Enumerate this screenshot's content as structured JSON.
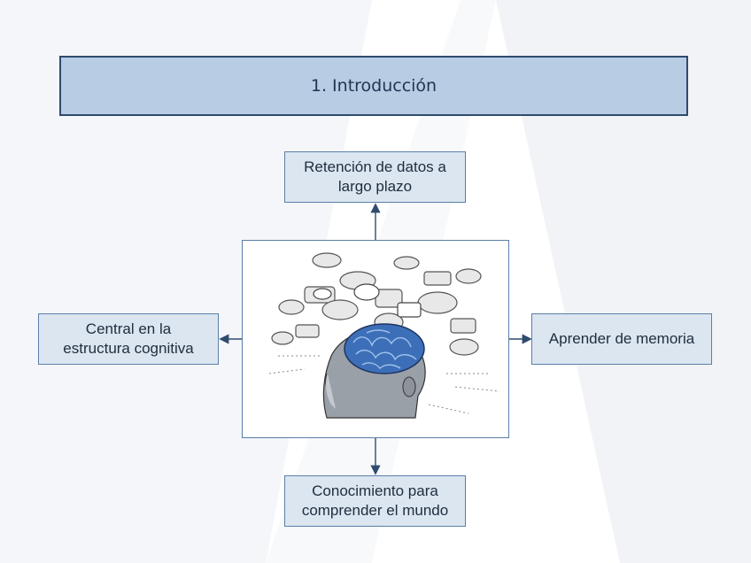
{
  "title": "1. Introducción",
  "nodes": {
    "top": "Retención de datos a\nlargo plazo",
    "left": "Central en la\nestructura cognitiva",
    "right": "Aprender de memoria",
    "bottom": "Conocimiento para\ncomprender el mundo"
  },
  "colors": {
    "title_fill": "#b8cce4",
    "node_fill": "#dce6f1",
    "border": "#2f4b6e",
    "brain": "#3d6fb8"
  },
  "center_image": {
    "icon": "head-with-brain-and-speech-bubbles-illustration"
  }
}
